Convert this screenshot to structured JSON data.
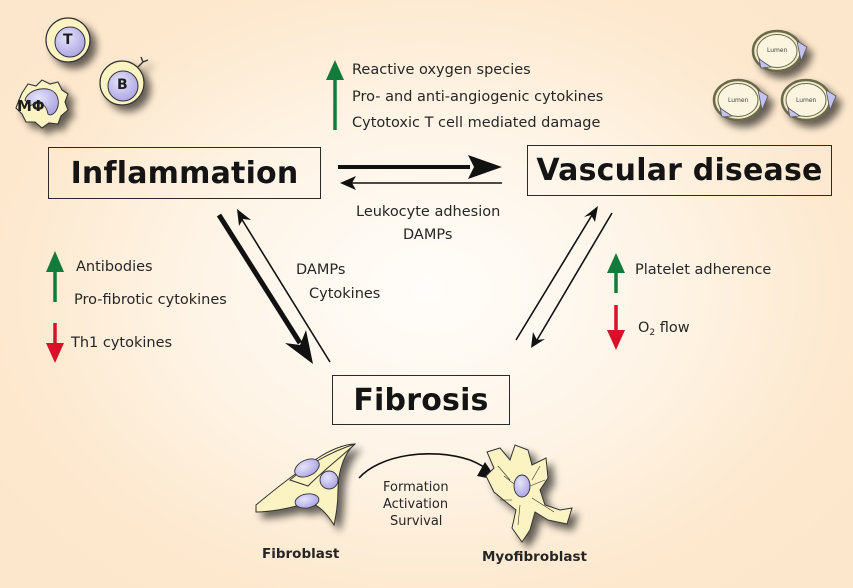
{
  "nodes": {
    "inflammation": "Inflammation",
    "vascular_disease": "Vascular disease",
    "fibrosis": "Fibrosis"
  },
  "immune_cells": {
    "t_cell": "T",
    "b_cell": "B",
    "macrophage": "MΦ"
  },
  "vessel_labels": [
    "Lumen",
    "Lumen",
    "Lumen"
  ],
  "top_list": {
    "direction": "up",
    "items": [
      "Reactive oxygen species",
      "Pro- and anti-angiogenic cytokines",
      "Cytotoxic T cell mediated damage"
    ]
  },
  "vascular_to_inflammation": {
    "items": [
      "Leukocyte adhesion",
      "DAMPs"
    ]
  },
  "fibrosis_to_inflammation": {
    "items": [
      "DAMPs",
      "Cytokines"
    ]
  },
  "left_list": {
    "up_items": [
      "Antibodies",
      "Pro-fibrotic cytokines"
    ],
    "down_items": [
      "Th1 cytokines"
    ]
  },
  "right_list": {
    "up_items": [
      "Platelet adherence"
    ],
    "down_item_prefix": "O",
    "down_item_sub": "2",
    "down_item_suffix": " flow"
  },
  "fibroblast_transition": {
    "from": "Fibroblast",
    "to": "Myofibroblast",
    "steps": [
      "Formation",
      "Activation",
      "Survival"
    ]
  },
  "colors": {
    "up_arrow": "#127a3a",
    "down_arrow": "#d8102a",
    "cell_membrane": "#fbf3c2",
    "nucleus": "#b9b5ea"
  }
}
